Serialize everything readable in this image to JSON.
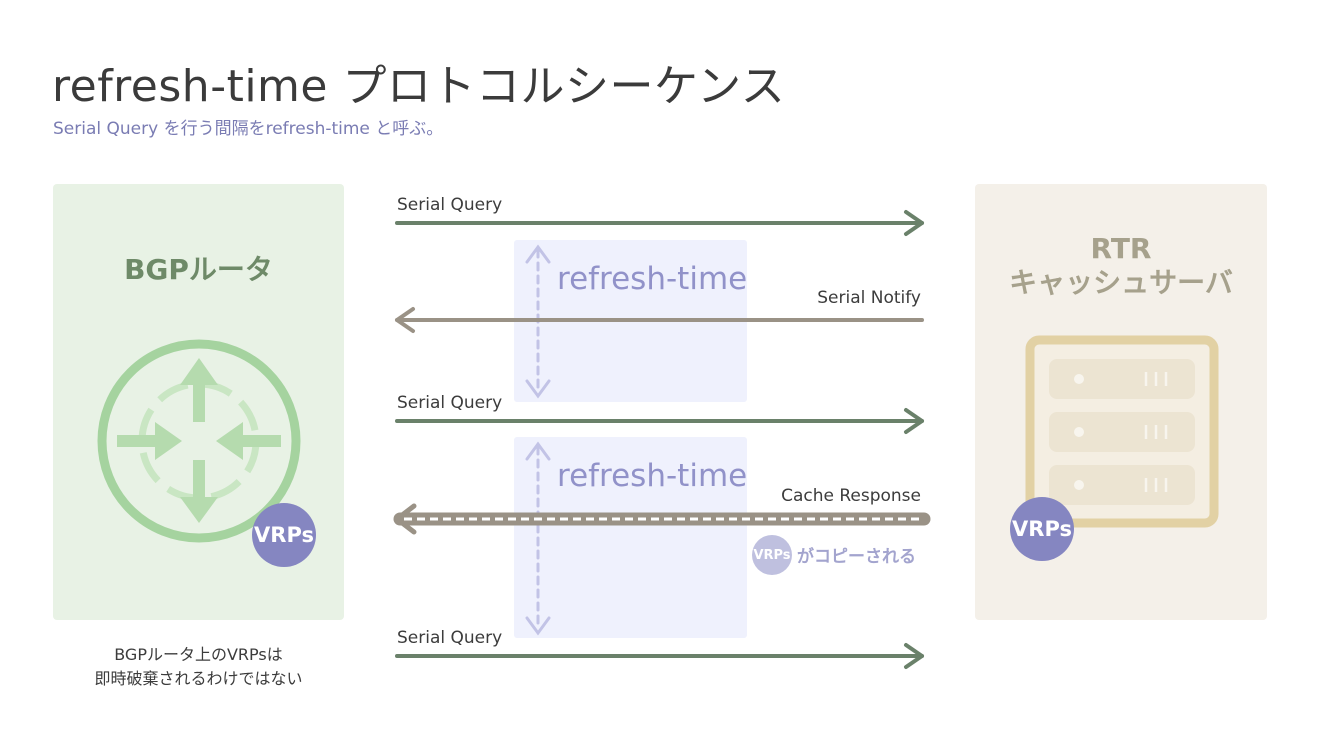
{
  "title": "refresh-time プロトコルシーケンス",
  "subtitle": "Serial Query を行う間隔をrefresh-time と呼ぶ。",
  "router": {
    "title": "BGPルータ",
    "vrps_label": "VRPs",
    "icon": "router-icon",
    "note_lines": [
      "BGPルータ上のVRPsは",
      "即時破棄されるわけではない"
    ]
  },
  "cache": {
    "title_lines": [
      "RTR",
      "キャッシュサーバ"
    ],
    "vrps_label": "VRPs",
    "icon": "server-icon"
  },
  "refresh_label": "refresh-time",
  "messages": {
    "serial_query": "Serial Query",
    "serial_notify": "Serial Notify",
    "cache_response": "Cache Response"
  },
  "copy_note": {
    "vrps_label": "VRPs",
    "text": "がコピーされる"
  },
  "colors": {
    "router_green": "#a5d39f",
    "query_arrow": "#6a816a",
    "reply_arrow": "#9a9286",
    "refresh_purple": "#c2c3e6",
    "server_tan": "#e2d1a4",
    "vrps_badge": "#8586c1"
  }
}
